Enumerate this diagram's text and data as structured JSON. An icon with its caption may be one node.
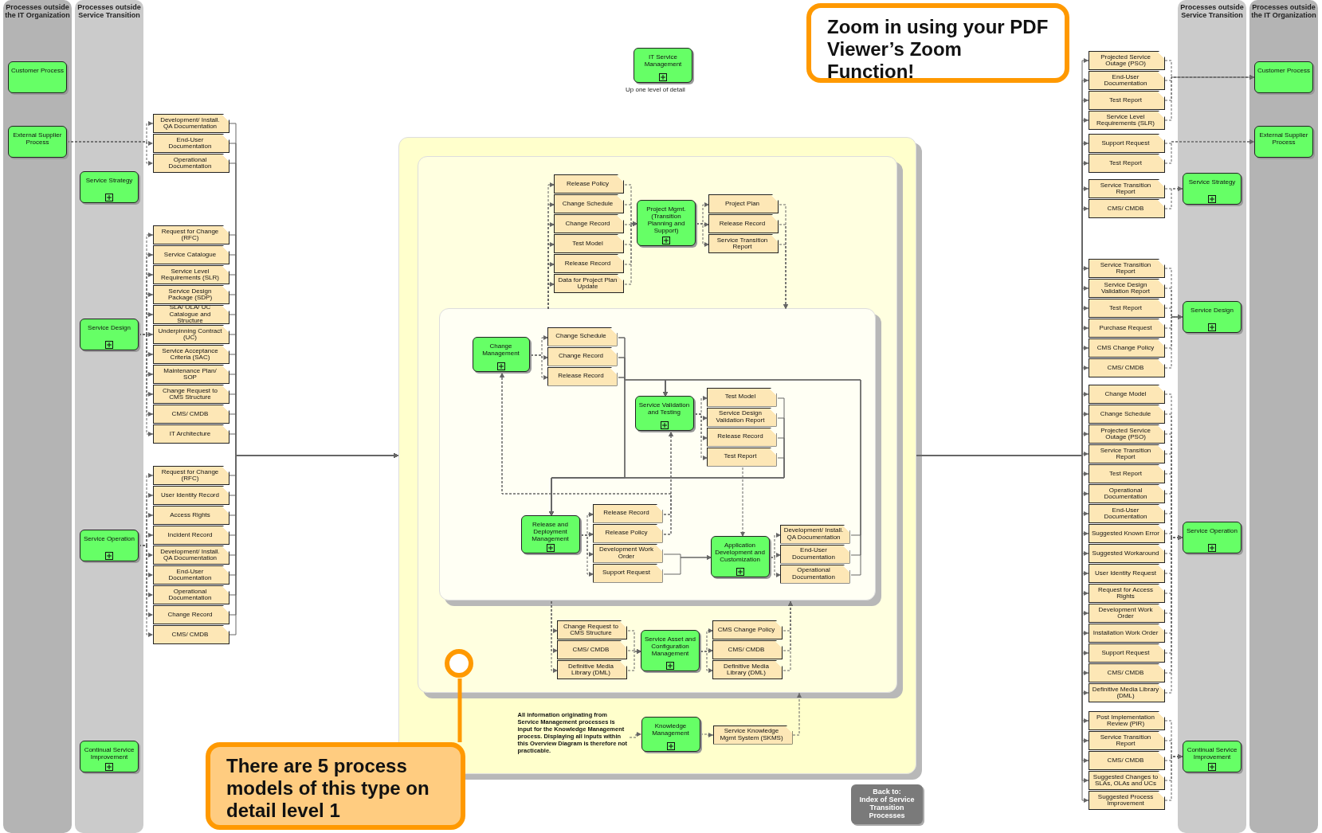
{
  "diagram": {
    "nodes": [
      {
        "text": [
          "Processes outside the IT Organization"
        ]
      },
      {
        "text": [
          "Customer Process"
        ],
        "in": 0
      },
      {
        "text": [
          "External Supplier Process"
        ],
        "in": 0
      },
      {
        "text": [
          "Processes outside Service Transition"
        ]
      },
      {
        "text": [
          "Service Strategy"
        ],
        "in": 3
      },
      {
        "text": [
          "Service Design"
        ],
        "in": 3
      },
      {
        "text": [
          "Service Operation"
        ],
        "in": 3
      },
      {
        "text": [
          "Continual Service Improvement"
        ],
        "in": 3
      },
      {
        "text": [
          "Development/ Install. QA Documentation"
        ]
      },
      {
        "text": [
          "End-User Documentation"
        ]
      },
      {
        "text": [
          "Operational Documentation"
        ]
      },
      {
        "text": [
          "Request for Change (RFC)"
        ]
      },
      {
        "text": [
          "Service Catalogue"
        ]
      },
      {
        "text": [
          "Service Level Requirements (SLR)"
        ]
      },
      {
        "text": [
          "Service Design Package (SDP)"
        ]
      },
      {
        "text": [
          "SLA/ OLA/ UC Catalogue and Structure"
        ]
      },
      {
        "text": [
          "Underpinning Contract (UC)"
        ]
      },
      {
        "text": [
          "Service Acceptance Criteria (SAC)"
        ]
      },
      {
        "text": [
          "Maintenance Plan/ SOP"
        ]
      },
      {
        "text": [
          "Change Request to CMS Structure"
        ]
      },
      {
        "text": [
          "CMS/ CMDB"
        ]
      },
      {
        "text": [
          "IT Architecture"
        ]
      },
      {
        "text": [
          "Request for Change (RFC)"
        ]
      },
      {
        "text": [
          "User Identity Record"
        ]
      },
      {
        "text": [
          "Access Rights"
        ]
      },
      {
        "text": [
          "Incident Record"
        ]
      },
      {
        "text": [
          "Development/ Install. QA Documentation"
        ]
      },
      {
        "text": [
          "End-User Documentation"
        ]
      },
      {
        "text": [
          "Operational Documentation"
        ]
      },
      {
        "text": [
          "Change Record"
        ]
      },
      {
        "text": [
          "CMS/ CMDB"
        ]
      },
      {
        "text": [
          "IT Service Management"
        ],
        "beside": [
          "Up one level of detail"
        ]
      },
      {
        "text": [
          "Zoom in using your PDF Viewer’s Zoom Function!"
        ]
      },
      {
        "text": [],
        "shape": "box"
      },
      {
        "text": [],
        "shape": "box",
        "in": 33
      },
      {
        "text": [
          "Release Policy"
        ],
        "in": 34
      },
      {
        "text": [
          "Change Schedule"
        ],
        "in": 34
      },
      {
        "text": [
          "Change Record"
        ],
        "in": 34
      },
      {
        "text": [
          "Test Model"
        ],
        "in": 34
      },
      {
        "text": [
          "Release Record"
        ],
        "in": 34
      },
      {
        "text": [
          "Data for Project Plan Update"
        ],
        "in": 34
      },
      {
        "text": [
          "Project Mgmt. (Transition Planning and Support)"
        ],
        "in": 34
      },
      {
        "text": [
          "Project Plan"
        ],
        "in": 34
      },
      {
        "text": [
          "Release Record"
        ],
        "in": 34
      },
      {
        "text": [
          "Service Transition Report"
        ],
        "in": 34
      },
      {
        "text": [],
        "shape": "box",
        "in": 34
      },
      {
        "text": [
          "Change Management"
        ],
        "in": 45
      },
      {
        "text": [
          "Change Schedule"
        ],
        "in": 45
      },
      {
        "text": [
          "Change Record"
        ],
        "in": 45
      },
      {
        "text": [
          "Release Record"
        ],
        "in": 45
      },
      {
        "text": [
          "Service Validation and Testing"
        ],
        "in": 45
      },
      {
        "text": [
          "Test Model"
        ],
        "in": 45
      },
      {
        "text": [
          "Service Design Validation Report"
        ],
        "in": 45
      },
      {
        "text": [
          "Release Record"
        ],
        "in": 45
      },
      {
        "text": [
          "Test Report"
        ],
        "in": 45
      },
      {
        "text": [
          "Release and Deployment Management"
        ],
        "in": 45
      },
      {
        "text": [
          "Release Record"
        ],
        "in": 45
      },
      {
        "text": [
          "Release Policy"
        ],
        "in": 45
      },
      {
        "text": [
          "Development Work Order"
        ],
        "in": 45
      },
      {
        "text": [
          "Support Request"
        ],
        "in": 45
      },
      {
        "text": [
          "Application Development and Customization"
        ],
        "in": 45
      },
      {
        "text": [
          "Development/ Install. QA Documentation"
        ],
        "in": 45
      },
      {
        "text": [
          "End-User Documentation"
        ],
        "in": 45
      },
      {
        "text": [
          "Operational Documentation"
        ],
        "in": 45
      },
      {
        "text": [
          "Change Request to CMS Structure"
        ],
        "in": 34
      },
      {
        "text": [
          "CMS/ CMDB"
        ],
        "in": 34
      },
      {
        "text": [
          "Definitive Media Library (DML)"
        ],
        "in": 34
      },
      {
        "text": [
          "Service Asset and Configuration Management"
        ],
        "in": 34
      },
      {
        "text": [
          "CMS Change Policy"
        ],
        "in": 34
      },
      {
        "text": [
          "CMS/ CMDB"
        ],
        "in": 34
      },
      {
        "text": [
          "Definitive Media Library (DML)"
        ],
        "in": 34
      },
      {
        "text": [],
        "shape": "circle",
        "in": 34
      },
      {
        "text": [
          "All information originating from Service Management processes is input for the Knowledge Management process. Displaying all inputs within this Overview Diagram is therefore not practicable."
        ],
        "in": 33
      },
      {
        "text": [
          "Knowledge Management"
        ],
        "in": 33
      },
      {
        "text": [
          "Service Knowledge Mgmt System (SKMS)"
        ],
        "in": 33
      },
      {
        "text": [
          "There are 5 process models of this type on detail level 1"
        ]
      },
      {
        "text": [
          "Back to:",
          "Index of Service Transition Processes"
        ]
      },
      {
        "text": [
          "Projected Service Outage (PSO)"
        ]
      },
      {
        "text": [
          "End-User Documentation"
        ]
      },
      {
        "text": [
          "Test Report"
        ]
      },
      {
        "text": [
          "Service Level Requirements (SLR)"
        ]
      },
      {
        "text": [
          "Support Request"
        ]
      },
      {
        "text": [
          "Test Report"
        ]
      },
      {
        "text": [
          "Service Transition Report"
        ]
      },
      {
        "text": [
          "CMS/ CMDB"
        ]
      },
      {
        "text": [
          "Service Transition Report"
        ]
      },
      {
        "text": [
          "Service Design Validation Report"
        ]
      },
      {
        "text": [
          "Test Report"
        ]
      },
      {
        "text": [
          "Purchase Request"
        ]
      },
      {
        "text": [
          "CMS Change Policy"
        ]
      },
      {
        "text": [
          "CMS/ CMDB"
        ]
      },
      {
        "text": [
          "Change Model"
        ]
      },
      {
        "text": [
          "Change Schedule"
        ]
      },
      {
        "text": [
          "Projected Service Outage (PSO)"
        ]
      },
      {
        "text": [
          "Service Transition Report"
        ]
      },
      {
        "text": [
          "Test Report"
        ]
      },
      {
        "text": [
          "Operational Documentation"
        ]
      },
      {
        "text": [
          "End-User Documentation"
        ]
      },
      {
        "text": [
          "Suggested Known Error"
        ]
      },
      {
        "text": [
          "Suggested Workaround"
        ]
      },
      {
        "text": [
          "User Identity Request"
        ]
      },
      {
        "text": [
          "Request for Access Rights"
        ]
      },
      {
        "text": [
          "Development Work Order"
        ]
      },
      {
        "text": [
          "Installation Work Order"
        ]
      },
      {
        "text": [
          "Support Request"
        ]
      },
      {
        "text": [
          "CMS/ CMDB"
        ]
      },
      {
        "text": [
          "Definitive Media Library (DML)"
        ]
      },
      {
        "text": [
          "Post Implementation Review (PIR)"
        ]
      },
      {
        "text": [
          "Service Transition Report"
        ]
      },
      {
        "text": [
          "CMS/ CMDB"
        ]
      },
      {
        "text": [
          "Suggested Changes to SLAs, OLAs and UCs"
        ]
      },
      {
        "text": [
          "Suggested Process Improvement"
        ]
      },
      {
        "text": [
          "Processes outside Service Transition"
        ]
      },
      {
        "text": [
          "Service Strategy"
        ],
        "in": 112
      },
      {
        "text": [
          "Service Design"
        ],
        "in": 112
      },
      {
        "text": [
          "Service Operation"
        ],
        "in": 112
      },
      {
        "text": [
          "Continual Service Improvement"
        ],
        "in": 112
      },
      {
        "text": [
          "Processes outside the IT Organization"
        ]
      },
      {
        "text": [
          "Customer Process"
        ],
        "in": 117
      },
      {
        "text": [
          "External Supplier Process"
        ],
        "in": 117
      }
    ],
    "edges": [
      {
        "from": 2,
        "to": 8,
        "arrow": "to",
        "style": "dashed"
      },
      {
        "from": 2,
        "to": 9,
        "arrow": "to",
        "style": "dashed"
      },
      {
        "from": 2,
        "to": 10,
        "arrow": "to",
        "style": "dashed"
      },
      {
        "from": 5,
        "to": 11,
        "arrow": "to",
        "style": "dashed"
      },
      {
        "from": 5,
        "to": 12,
        "arrow": "to",
        "style": "dashed"
      },
      {
        "from": 5,
        "to": 13,
        "arrow": "to",
        "style": "dashed"
      },
      {
        "from": 5,
        "to": 14,
        "arrow": "to",
        "style": "dashed"
      },
      {
        "from": 5,
        "to": 15,
        "arrow": "to",
        "style": "dashed"
      },
      {
        "from": 5,
        "to": 16,
        "arrow": "to",
        "style": "dashed"
      },
      {
        "from": 5,
        "to": 17,
        "arrow": "to",
        "style": "dashed"
      },
      {
        "from": 5,
        "to": 18,
        "arrow": "to",
        "style": "dashed"
      },
      {
        "from": 5,
        "to": 19,
        "arrow": "to",
        "style": "dashed"
      },
      {
        "from": 5,
        "to": 20,
        "arrow": "to",
        "style": "dashed"
      },
      {
        "from": 5,
        "to": 21,
        "arrow": "to",
        "style": "dashed"
      },
      {
        "from": 6,
        "to": 22,
        "arrow": "to",
        "style": "dashed"
      },
      {
        "from": 6,
        "to": 23,
        "arrow": "to",
        "style": "dashed"
      },
      {
        "from": 6,
        "to": 24,
        "arrow": "to",
        "style": "dashed"
      },
      {
        "from": 6,
        "to": 25,
        "arrow": "to",
        "style": "dashed"
      },
      {
        "from": 6,
        "to": 26,
        "arrow": "to",
        "style": "dashed"
      },
      {
        "from": 6,
        "to": 27,
        "arrow": "to",
        "style": "dashed"
      },
      {
        "from": 6,
        "to": 28,
        "arrow": "to",
        "style": "dashed"
      },
      {
        "from": 6,
        "to": 29,
        "arrow": "to",
        "style": "dashed"
      },
      {
        "from": 6,
        "to": 30,
        "arrow": "to",
        "style": "dashed"
      },
      {
        "from": 8,
        "to": 33,
        "arrow": "to"
      },
      {
        "from": 9,
        "to": 33,
        "arrow": "to"
      },
      {
        "from": 10,
        "to": 33,
        "arrow": "to"
      },
      {
        "from": 11,
        "to": 33,
        "arrow": "to"
      },
      {
        "from": 12,
        "to": 33,
        "arrow": "to"
      },
      {
        "from": 13,
        "to": 33,
        "arrow": "to"
      },
      {
        "from": 14,
        "to": 33,
        "arrow": "to"
      },
      {
        "from": 15,
        "to": 33,
        "arrow": "to"
      },
      {
        "from": 16,
        "to": 33,
        "arrow": "to"
      },
      {
        "from": 17,
        "to": 33,
        "arrow": "to"
      },
      {
        "from": 18,
        "to": 33,
        "arrow": "to"
      },
      {
        "from": 19,
        "to": 33,
        "arrow": "to"
      },
      {
        "from": 20,
        "to": 33,
        "arrow": "to"
      },
      {
        "from": 21,
        "to": 33,
        "arrow": "to"
      },
      {
        "from": 22,
        "to": 33,
        "arrow": "to"
      },
      {
        "from": 23,
        "to": 33,
        "arrow": "to"
      },
      {
        "from": 24,
        "to": 33,
        "arrow": "to"
      },
      {
        "from": 25,
        "to": 33,
        "arrow": "to"
      },
      {
        "from": 26,
        "to": 33,
        "arrow": "to"
      },
      {
        "from": 27,
        "to": 33,
        "arrow": "to"
      },
      {
        "from": 28,
        "to": 33,
        "arrow": "to"
      },
      {
        "from": 29,
        "to": 33,
        "arrow": "to"
      },
      {
        "from": 30,
        "to": 33,
        "arrow": "to"
      },
      {
        "from": 45,
        "to": 35,
        "arrow": "to",
        "style": "dashed"
      },
      {
        "from": 45,
        "to": 36,
        "arrow": "to",
        "style": "dashed"
      },
      {
        "from": 45,
        "to": 37,
        "arrow": "to",
        "style": "dashed"
      },
      {
        "from": 45,
        "to": 38,
        "arrow": "to",
        "style": "dashed"
      },
      {
        "from": 45,
        "to": 39,
        "arrow": "to",
        "style": "dashed"
      },
      {
        "from": 45,
        "to": 40,
        "arrow": "to",
        "style": "dashed"
      },
      {
        "from": 35,
        "to": 41,
        "arrow": "to",
        "style": "dashed"
      },
      {
        "from": 36,
        "to": 41,
        "arrow": "to",
        "style": "dashed"
      },
      {
        "from": 37,
        "to": 41,
        "arrow": "to",
        "style": "dashed"
      },
      {
        "from": 38,
        "to": 41,
        "arrow": "to",
        "style": "dashed"
      },
      {
        "from": 39,
        "to": 41,
        "arrow": "to",
        "style": "dashed"
      },
      {
        "from": 40,
        "to": 41,
        "arrow": "to",
        "style": "dashed"
      },
      {
        "from": 41,
        "to": 42,
        "arrow": "to",
        "style": "dashed"
      },
      {
        "from": 41,
        "to": 43,
        "arrow": "to",
        "style": "dashed"
      },
      {
        "from": 41,
        "to": 44,
        "arrow": "to",
        "style": "dashed"
      },
      {
        "from": 42,
        "to": 45,
        "arrow": "to",
        "style": "dashed"
      },
      {
        "from": 43,
        "to": 45,
        "arrow": "to",
        "style": "dashed"
      },
      {
        "from": 44,
        "to": 45,
        "arrow": "to",
        "style": "dashed"
      },
      {
        "from": 46,
        "to": 47,
        "arrow": "to",
        "style": "dashed"
      },
      {
        "from": 46,
        "to": 48,
        "arrow": "to",
        "style": "dashed"
      },
      {
        "from": 46,
        "to": 49,
        "arrow": "to",
        "style": "dashed"
      },
      {
        "from": 47,
        "to": 50,
        "arrow": "to"
      },
      {
        "from": 48,
        "to": 50,
        "arrow": "to"
      },
      {
        "from": 49,
        "to": 50,
        "arrow": "to"
      },
      {
        "from": 47,
        "to": 55,
        "arrow": "to"
      },
      {
        "from": 48,
        "to": 55,
        "arrow": "to"
      },
      {
        "from": 49,
        "to": 55,
        "arrow": "to"
      },
      {
        "from": 50,
        "to": 51,
        "arrow": "to",
        "style": "dashed"
      },
      {
        "from": 50,
        "to": 52,
        "arrow": "to",
        "style": "dashed"
      },
      {
        "from": 50,
        "to": 53,
        "arrow": "to",
        "style": "dashed"
      },
      {
        "from": 50,
        "to": 54,
        "arrow": "to",
        "style": "dashed"
      },
      {
        "from": 51,
        "to": 55,
        "arrow": "to"
      },
      {
        "from": 52,
        "to": 55,
        "arrow": "to"
      },
      {
        "from": 53,
        "to": 55,
        "arrow": "to"
      },
      {
        "from": 54,
        "to": 55,
        "arrow": "to"
      },
      {
        "from": 54,
        "to": 60,
        "arrow": "to",
        "style": "dashed"
      },
      {
        "from": 55,
        "to": 56,
        "arrow": "to",
        "style": "dashed"
      },
      {
        "from": 55,
        "to": 57,
        "arrow": "to",
        "style": "dashed"
      },
      {
        "from": 55,
        "to": 58,
        "arrow": "to",
        "style": "dashed"
      },
      {
        "from": 55,
        "to": 59,
        "arrow": "to",
        "style": "dashed"
      },
      {
        "from": 56,
        "to": 50,
        "arrow": "to",
        "style": "dashed"
      },
      {
        "from": 57,
        "to": 50,
        "arrow": "to",
        "style": "dashed"
      },
      {
        "from": 56,
        "to": 46,
        "arrow": "to",
        "style": "dashed"
      },
      {
        "from": 57,
        "to": 46,
        "arrow": "to",
        "style": "dashed"
      },
      {
        "from": 58,
        "to": 60,
        "arrow": "to"
      },
      {
        "from": 59,
        "to": 60,
        "arrow": "to"
      },
      {
        "from": 60,
        "to": 61,
        "arrow": "to",
        "style": "dashed"
      },
      {
        "from": 60,
        "to": 62,
        "arrow": "to",
        "style": "dashed"
      },
      {
        "from": 60,
        "to": 63,
        "arrow": "to",
        "style": "dashed"
      },
      {
        "from": 61,
        "to": 50,
        "arrow": "to"
      },
      {
        "from": 62,
        "to": 50,
        "arrow": "to"
      },
      {
        "from": 63,
        "to": 50,
        "arrow": "to"
      },
      {
        "from": 45,
        "to": 64,
        "arrow": "to",
        "style": "dashed"
      },
      {
        "from": 45,
        "to": 65,
        "arrow": "to",
        "style": "dashed"
      },
      {
        "from": 45,
        "to": 66,
        "arrow": "to",
        "style": "dashed"
      },
      {
        "from": 64,
        "to": 67,
        "arrow": "to",
        "style": "dashed"
      },
      {
        "from": 65,
        "to": 67,
        "arrow": "to",
        "style": "dashed"
      },
      {
        "from": 66,
        "to": 67,
        "arrow": "to",
        "style": "dashed"
      },
      {
        "from": 67,
        "to": 68,
        "arrow": "to",
        "style": "dashed"
      },
      {
        "from": 67,
        "to": 69,
        "arrow": "to",
        "style": "dashed"
      },
      {
        "from": 67,
        "to": 70,
        "arrow": "to",
        "style": "dashed"
      },
      {
        "from": 68,
        "to": 45,
        "arrow": "to",
        "style": "dashed"
      },
      {
        "from": 69,
        "to": 45,
        "arrow": "to",
        "style": "dashed"
      },
      {
        "from": 70,
        "to": 45,
        "arrow": "to",
        "style": "dashed"
      },
      {
        "from": 72,
        "to": 73,
        "arrow": "to",
        "style": "dashed"
      },
      {
        "from": 73,
        "to": 74,
        "arrow": "to",
        "style": "dashed"
      },
      {
        "from": 74,
        "to": 34,
        "arrow": "to",
        "style": "dashed"
      },
      {
        "from": 75,
        "to": 71,
        "arrow": "none",
        "style": "thick",
        "color": "#ff9900"
      },
      {
        "from": 33,
        "to": 77,
        "arrow": "to"
      },
      {
        "from": 33,
        "to": 78,
        "arrow": "to"
      },
      {
        "from": 33,
        "to": 79,
        "arrow": "to"
      },
      {
        "from": 33,
        "to": 80,
        "arrow": "to"
      },
      {
        "from": 33,
        "to": 81,
        "arrow": "to"
      },
      {
        "from": 33,
        "to": 82,
        "arrow": "to"
      },
      {
        "from": 33,
        "to": 83,
        "arrow": "to"
      },
      {
        "from": 33,
        "to": 84,
        "arrow": "to"
      },
      {
        "from": 33,
        "to": 85,
        "arrow": "to"
      },
      {
        "from": 33,
        "to": 86,
        "arrow": "to"
      },
      {
        "from": 33,
        "to": 87,
        "arrow": "to"
      },
      {
        "from": 33,
        "to": 88,
        "arrow": "to"
      },
      {
        "from": 33,
        "to": 89,
        "arrow": "to"
      },
      {
        "from": 33,
        "to": 90,
        "arrow": "to"
      },
      {
        "from": 33,
        "to": 91,
        "arrow": "to"
      },
      {
        "from": 33,
        "to": 92,
        "arrow": "to"
      },
      {
        "from": 33,
        "to": 93,
        "arrow": "to"
      },
      {
        "from": 33,
        "to": 94,
        "arrow": "to"
      },
      {
        "from": 33,
        "to": 95,
        "arrow": "to"
      },
      {
        "from": 33,
        "to": 96,
        "arrow": "to"
      },
      {
        "from": 33,
        "to": 97,
        "arrow": "to"
      },
      {
        "from": 33,
        "to": 98,
        "arrow": "to"
      },
      {
        "from": 33,
        "to": 99,
        "arrow": "to"
      },
      {
        "from": 33,
        "to": 100,
        "arrow": "to"
      },
      {
        "from": 33,
        "to": 101,
        "arrow": "to"
      },
      {
        "from": 33,
        "to": 102,
        "arrow": "to"
      },
      {
        "from": 33,
        "to": 103,
        "arrow": "to"
      },
      {
        "from": 33,
        "to": 104,
        "arrow": "to"
      },
      {
        "from": 33,
        "to": 105,
        "arrow": "to"
      },
      {
        "from": 33,
        "to": 106,
        "arrow": "to"
      },
      {
        "from": 33,
        "to": 107,
        "arrow": "to"
      },
      {
        "from": 33,
        "to": 108,
        "arrow": "to"
      },
      {
        "from": 33,
        "to": 109,
        "arrow": "to"
      },
      {
        "from": 33,
        "to": 110,
        "arrow": "to"
      },
      {
        "from": 33,
        "to": 111,
        "arrow": "to"
      },
      {
        "from": 77,
        "to": 118,
        "arrow": "to",
        "style": "dashed"
      },
      {
        "from": 78,
        "to": 118,
        "arrow": "to",
        "style": "dashed"
      },
      {
        "from": 79,
        "to": 118,
        "arrow": "to",
        "style": "dashed"
      },
      {
        "from": 80,
        "to": 118,
        "arrow": "to",
        "style": "dashed"
      },
      {
        "from": 81,
        "to": 119,
        "arrow": "to",
        "style": "dashed"
      },
      {
        "from": 82,
        "to": 119,
        "arrow": "to",
        "style": "dashed"
      },
      {
        "from": 83,
        "to": 113,
        "arrow": "to",
        "style": "dashed"
      },
      {
        "from": 84,
        "to": 113,
        "arrow": "to",
        "style": "dashed"
      },
      {
        "from": 85,
        "to": 114,
        "arrow": "to",
        "style": "dashed"
      },
      {
        "from": 86,
        "to": 114,
        "arrow": "to",
        "style": "dashed"
      },
      {
        "from": 87,
        "to": 114,
        "arrow": "to",
        "style": "dashed"
      },
      {
        "from": 88,
        "to": 114,
        "arrow": "to",
        "style": "dashed"
      },
      {
        "from": 89,
        "to": 114,
        "arrow": "to",
        "style": "dashed"
      },
      {
        "from": 90,
        "to": 114,
        "arrow": "to",
        "style": "dashed"
      },
      {
        "from": 91,
        "to": 115,
        "arrow": "to",
        "style": "dashed"
      },
      {
        "from": 92,
        "to": 115,
        "arrow": "to",
        "style": "dashed"
      },
      {
        "from": 93,
        "to": 115,
        "arrow": "to",
        "style": "dashed"
      },
      {
        "from": 94,
        "to": 115,
        "arrow": "to",
        "style": "dashed"
      },
      {
        "from": 95,
        "to": 115,
        "arrow": "to",
        "style": "dashed"
      },
      {
        "from": 96,
        "to": 115,
        "arrow": "to",
        "style": "dashed"
      },
      {
        "from": 97,
        "to": 115,
        "arrow": "to",
        "style": "dashed"
      },
      {
        "from": 98,
        "to": 115,
        "arrow": "to",
        "style": "dashed"
      },
      {
        "from": 99,
        "to": 115,
        "arrow": "to",
        "style": "dashed"
      },
      {
        "from": 100,
        "to": 115,
        "arrow": "to",
        "style": "dashed"
      },
      {
        "from": 101,
        "to": 115,
        "arrow": "to",
        "style": "dashed"
      },
      {
        "from": 102,
        "to": 115,
        "arrow": "to",
        "style": "dashed"
      },
      {
        "from": 103,
        "to": 115,
        "arrow": "to",
        "style": "dashed"
      },
      {
        "from": 104,
        "to": 115,
        "arrow": "to",
        "style": "dashed"
      },
      {
        "from": 105,
        "to": 115,
        "arrow": "to",
        "style": "dashed"
      },
      {
        "from": 106,
        "to": 115,
        "arrow": "to",
        "style": "dashed"
      },
      {
        "from": 107,
        "to": 116,
        "arrow": "to",
        "style": "dashed"
      },
      {
        "from": 108,
        "to": 116,
        "arrow": "to",
        "style": "dashed"
      },
      {
        "from": 109,
        "to": 116,
        "arrow": "to",
        "style": "dashed"
      },
      {
        "from": 110,
        "to": 116,
        "arrow": "to",
        "style": "dashed"
      },
      {
        "from": 111,
        "to": 116,
        "arrow": "to",
        "style": "dashed"
      }
    ]
  }
}
